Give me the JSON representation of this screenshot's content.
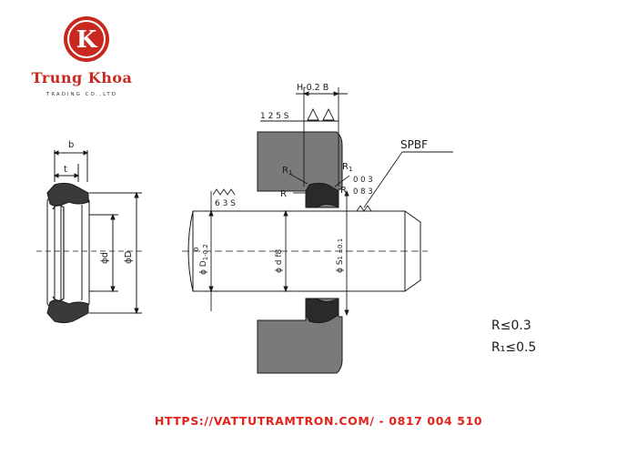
{
  "brand": {
    "logo_letter": "K",
    "name": "Trung Khoa",
    "subtitle": "TRADING CO.,LTD",
    "accent": "#c8281e"
  },
  "drawing": {
    "left_labels": {
      "b": "b",
      "t": "t",
      "d": "ϕd",
      "D": "ϕD"
    },
    "tolerance": "H-0.2 B",
    "surface_1": "1 2 5 S",
    "surface_2": "6 3 S",
    "r1_upper": "R",
    "r1_upper_sub": "1",
    "r_upper": "R",
    "r1_right": "R",
    "r1_right_sub": "1",
    "r_right": "R",
    "tol_fraction": "0 0 3\n0 8 3",
    "sealant": "SPBF",
    "d1_label": "ϕ D",
    "d1_sub": "1-0.2",
    "d1_sup": "0",
    "d_f8": "ϕ d f8",
    "s1_label": "ϕ S",
    "s1_tol": "1 ±0.1",
    "notes": [
      "R≤0.3",
      "R₁≤0.5"
    ]
  },
  "footer": {
    "contact": "HTTPS://VATTUTRAMTRON.COM/ - 0817 004 510"
  }
}
